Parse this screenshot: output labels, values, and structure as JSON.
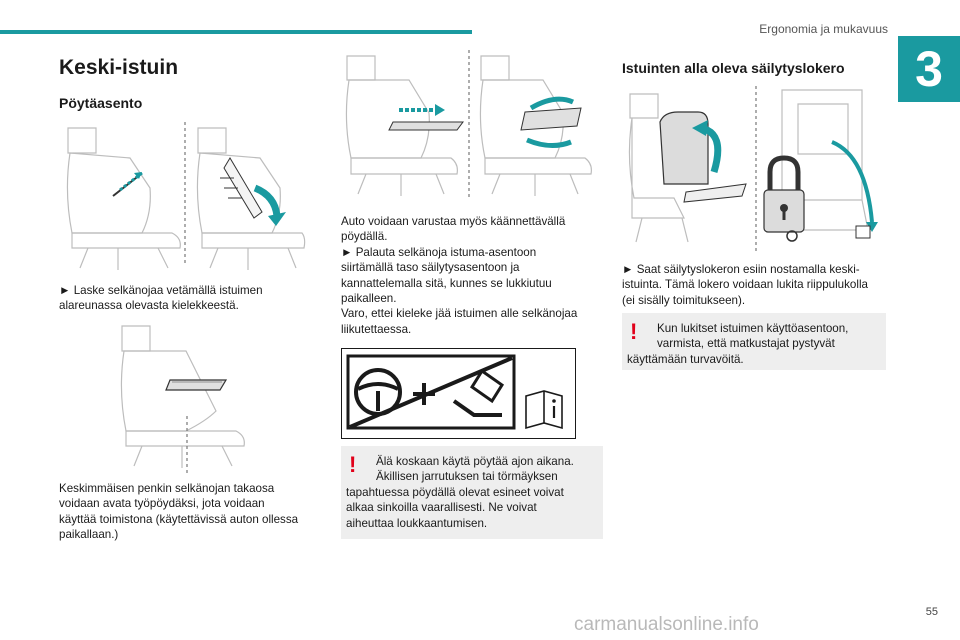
{
  "header": {
    "section_title": "Ergonomia ja mukavuus",
    "chapter_number": "3"
  },
  "left": {
    "title": "Keski-istuin",
    "subtitle": "Pöytäasento",
    "step1": [
      "► Laske selkänojaa vetämällä istuimen",
      "alareunassa olevasta kielekkeestä."
    ],
    "para": [
      "Keskimmäisen penkin selkänojan takaosa",
      "voidaan avata työpöydäksi, jota voidaan",
      "käyttää toimistona (käytettävissä auton ollessa",
      "paikallaan.)"
    ]
  },
  "middle": {
    "para": [
      "Auto voidaan varustaa myös käännettävällä",
      "pöydällä.",
      "► Palauta selkänoja istuma-asentoon",
      "siirtämällä taso säilytysasentoon ja",
      "kannattelemalla sitä, kunnes se lukkiutuu",
      "paikalleen.",
      "Varo, ettei kieleke jää istuimen alle selkänojaa",
      "liikutettaessa."
    ],
    "warning": [
      "Älä koskaan käytä pöytää ajon aikana.",
      "Äkillisen jarrutuksen tai törmäyksen",
      "tapahtuessa pöydällä olevat esineet voivat",
      "alkaa sinkoilla vaarallisesti. Ne voivat",
      "aiheuttaa loukkaantumisen."
    ]
  },
  "right": {
    "subtitle": "Istuinten alla oleva säilytyslokero",
    "step": [
      "► Saat säilytyslokeron esiin nostamalla keski-",
      "istuinta. Tämä lokero voidaan lukita riippulukolla",
      "(ei sisälly toimitukseen)."
    ],
    "warning": [
      "Kun lukitset istuimen käyttöasentoon,",
      "varmista, että matkustajat pystyvät",
      "käyttämään turvavöitä."
    ]
  },
  "warning_mark": "!",
  "page_number": "55",
  "watermark": "carmanualsonline.info",
  "colors": {
    "accent": "#1a9aa0",
    "warning": "#e1001a",
    "box_bg": "#eeeeee"
  }
}
